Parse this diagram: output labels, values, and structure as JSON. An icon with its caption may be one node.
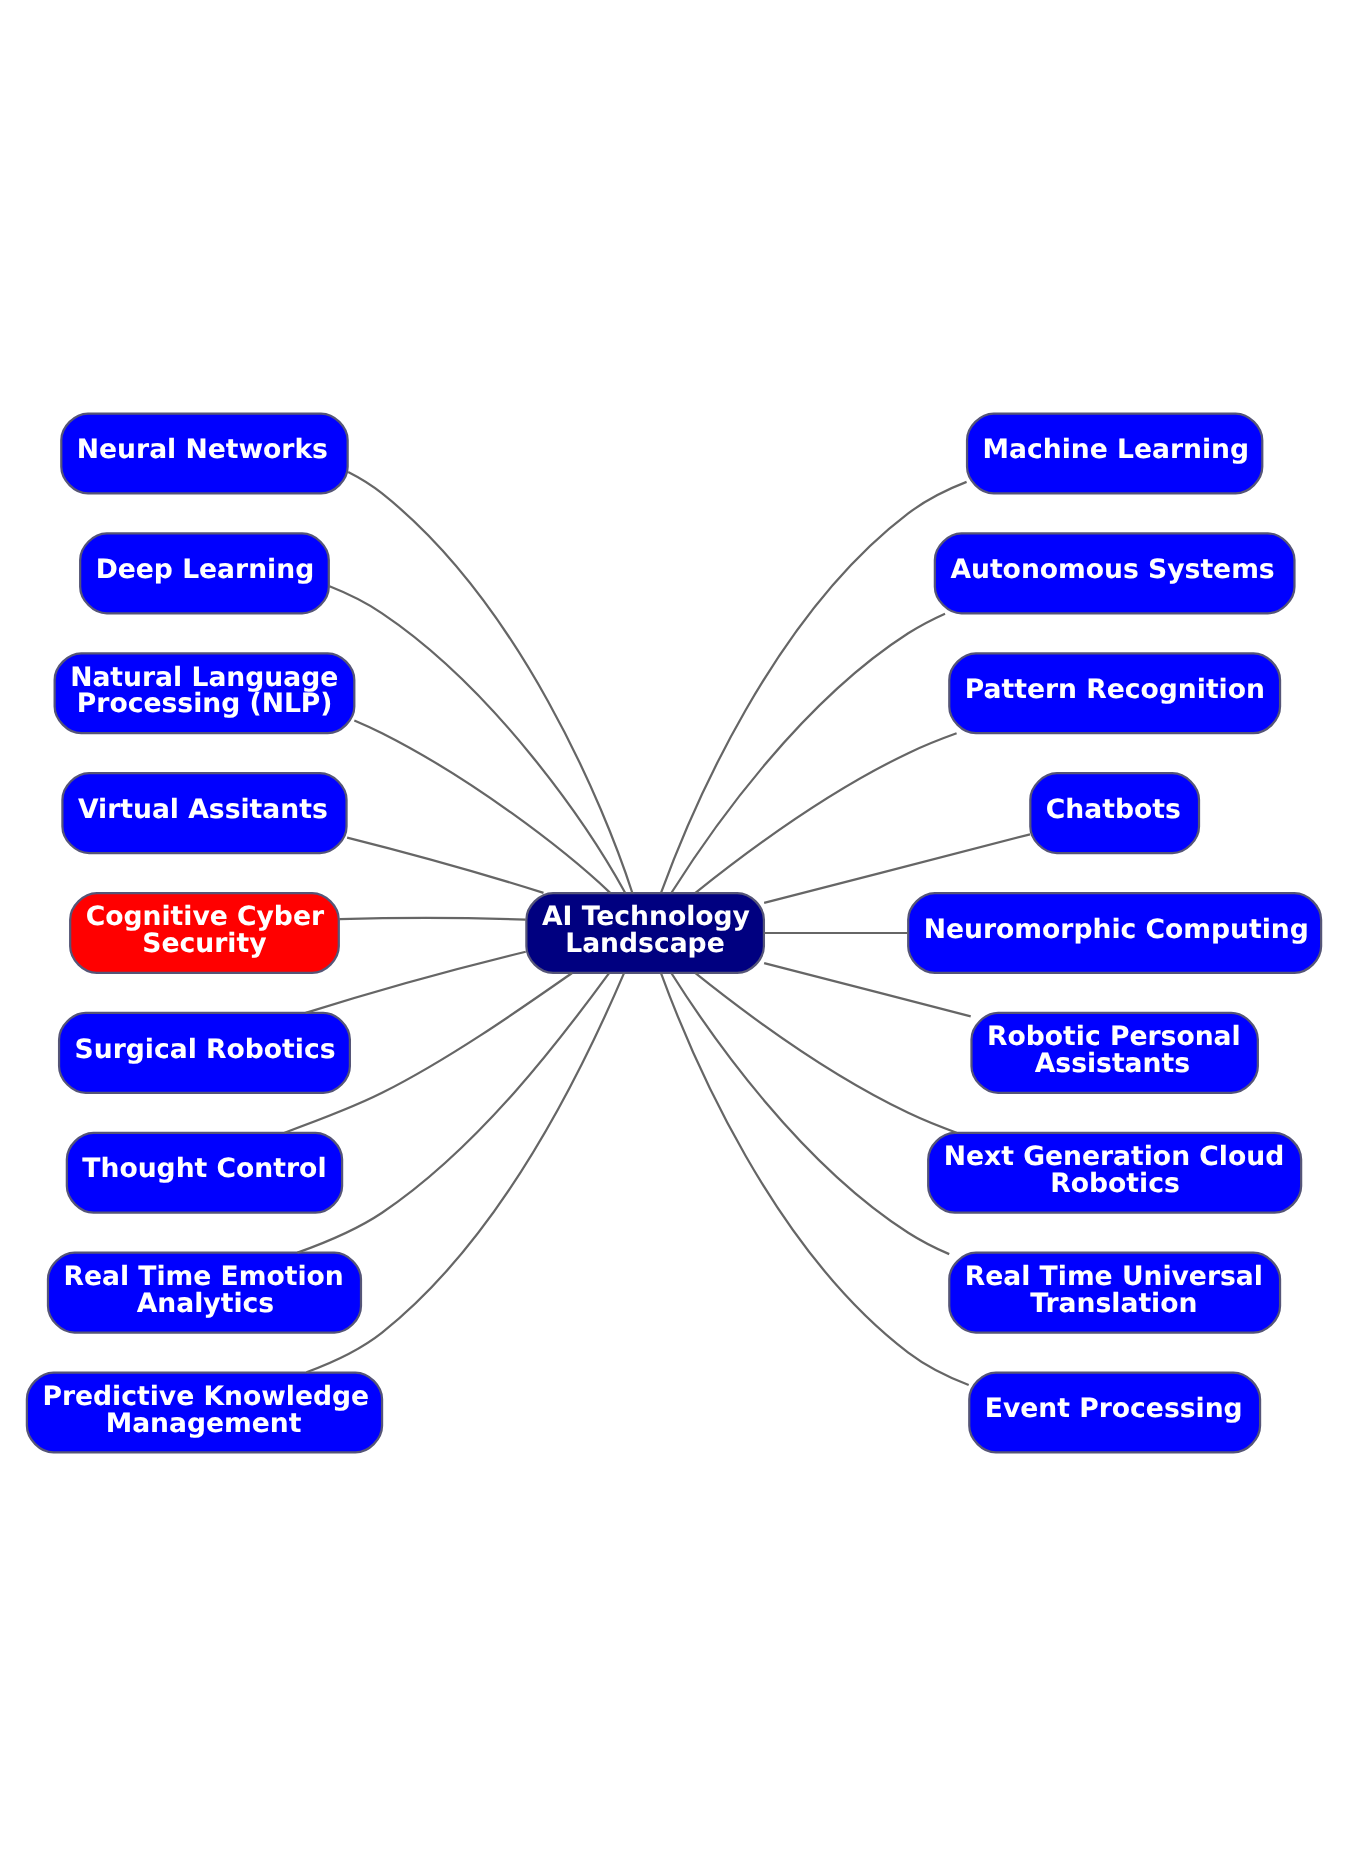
{
  "diagram": {
    "nodes": [
      {
        "text": [
          "AI Technology Landscape"
        ]
      },
      {
        "text": [
          "Neural Networks"
        ]
      },
      {
        "text": [
          "Deep Learning"
        ]
      },
      {
        "text": [
          "Natural Language Processing (NLP)"
        ]
      },
      {
        "text": [
          "Virtual Assitants"
        ]
      },
      {
        "text": [
          "Cognitive Cyber Security"
        ]
      },
      {
        "text": [
          "Surgical Robotics"
        ]
      },
      {
        "text": [
          "Thought Control"
        ]
      },
      {
        "text": [
          "Real Time Emotion Analytics"
        ]
      },
      {
        "text": [
          "Predictive Knowledge Management"
        ]
      },
      {
        "text": [
          "Machine Learning"
        ]
      },
      {
        "text": [
          "Autonomous Systems"
        ]
      },
      {
        "text": [
          "Pattern Recognition"
        ]
      },
      {
        "text": [
          "Chatbots"
        ]
      },
      {
        "text": [
          "Neuromorphic Computing"
        ]
      },
      {
        "text": [
          "Robotic Personal Assistants"
        ]
      },
      {
        "text": [
          "Next Generation Cloud Robotics"
        ]
      },
      {
        "text": [
          "Real Time Universal Translation"
        ]
      },
      {
        "text": [
          "Event Processing"
        ]
      }
    ],
    "edges": [
      {
        "from": 0,
        "to": 1,
        "arrow": "none"
      },
      {
        "from": 0,
        "to": 2,
        "arrow": "none"
      },
      {
        "from": 0,
        "to": 3,
        "arrow": "none"
      },
      {
        "from": 0,
        "to": 4,
        "arrow": "none"
      },
      {
        "from": 0,
        "to": 5,
        "arrow": "none"
      },
      {
        "from": 0,
        "to": 6,
        "arrow": "none"
      },
      {
        "from": 0,
        "to": 7,
        "arrow": "none"
      },
      {
        "from": 0,
        "to": 8,
        "arrow": "none"
      },
      {
        "from": 0,
        "to": 9,
        "arrow": "none"
      },
      {
        "from": 0,
        "to": 10,
        "arrow": "none"
      },
      {
        "from": 0,
        "to": 11,
        "arrow": "none"
      },
      {
        "from": 0,
        "to": 12,
        "arrow": "none"
      },
      {
        "from": 0,
        "to": 13,
        "arrow": "none"
      },
      {
        "from": 0,
        "to": 14,
        "arrow": "none"
      },
      {
        "from": 0,
        "to": 15,
        "arrow": "none"
      },
      {
        "from": 0,
        "to": 16,
        "arrow": "none"
      },
      {
        "from": 0,
        "to": 17,
        "arrow": "none"
      },
      {
        "from": 0,
        "to": 18,
        "arrow": "none"
      }
    ]
  }
}
